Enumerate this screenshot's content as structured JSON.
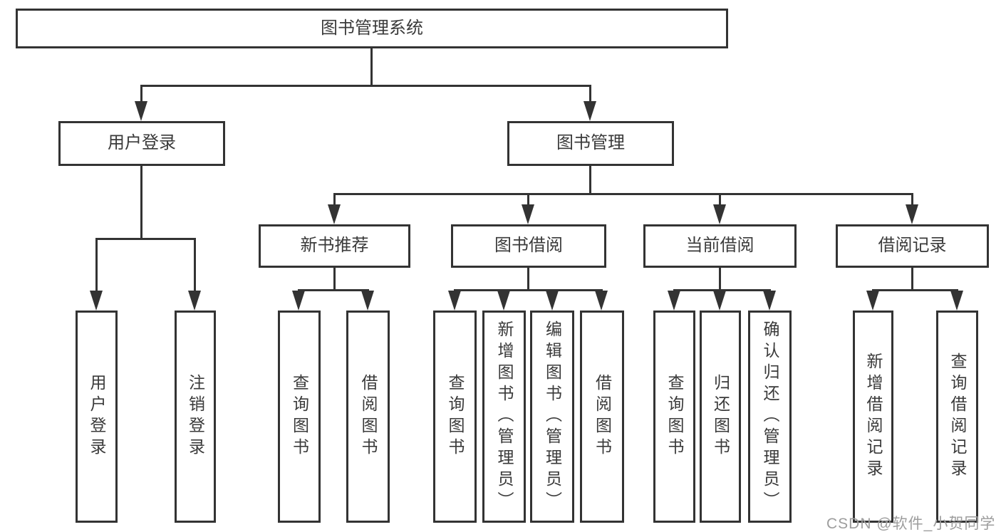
{
  "tree": {
    "label": "图书管理系统",
    "children": [
      {
        "label": "用户登录",
        "children": [
          {
            "label": "用户登录"
          },
          {
            "label": "注销登录"
          }
        ]
      },
      {
        "label": "图书管理",
        "children": [
          {
            "label": "新书推荐",
            "children": [
              {
                "label": "查询图书"
              },
              {
                "label": "借阅图书"
              }
            ]
          },
          {
            "label": "图书借阅",
            "children": [
              {
                "label": "查询图书"
              },
              {
                "label": "新增图书（管理员）"
              },
              {
                "label": "编辑图书（管理员）"
              },
              {
                "label": "借阅图书"
              }
            ]
          },
          {
            "label": "当前借阅",
            "children": [
              {
                "label": "查询图书"
              },
              {
                "label": "归还图书"
              },
              {
                "label": "确认归还（管理员）"
              }
            ]
          },
          {
            "label": "借阅记录",
            "children": [
              {
                "label": "新增借阅记录"
              },
              {
                "label": "查询借阅记录"
              }
            ]
          }
        ]
      }
    ]
  },
  "watermark": {
    "text": "CSDN @软件_小贺同学"
  },
  "colors": {
    "line": "#333333",
    "text": "#3a3a3a",
    "background": "#ffffff",
    "watermark": "#9d9d9d"
  }
}
